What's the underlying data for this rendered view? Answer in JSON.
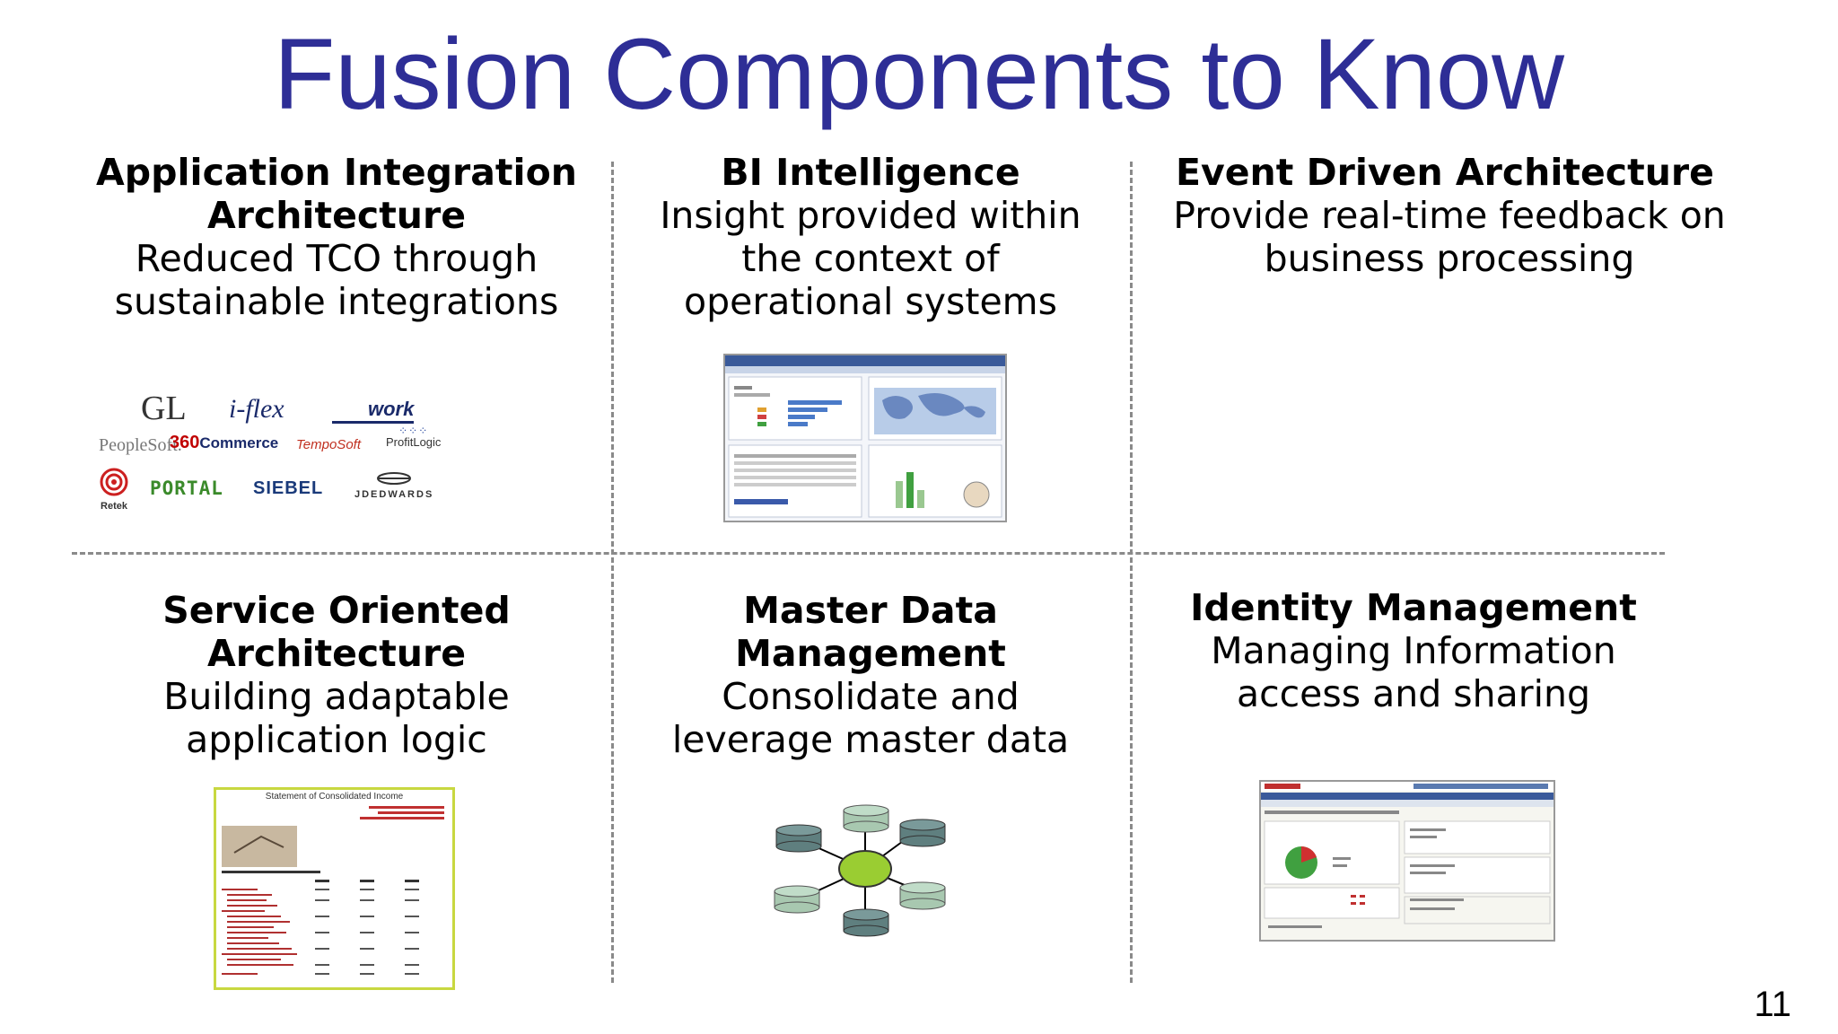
{
  "slide": {
    "title": "Fusion Components to Know",
    "page_number": "11"
  },
  "cells": [
    {
      "heading": "Application Integration Architecture",
      "desc_lines": [
        "Reduced TCO through",
        "sustainable integrations"
      ]
    },
    {
      "heading": "BI Intelligence",
      "desc_lines": [
        "Insight provided within",
        "the context of",
        "operational systems"
      ]
    },
    {
      "heading": "Event Driven Architecture",
      "desc_lines": [
        "Provide real-time feedback on",
        "business processing"
      ]
    },
    {
      "heading_lines": [
        "Service Oriented",
        "Architecture"
      ],
      "desc_lines": [
        "Building adaptable",
        "application logic"
      ]
    },
    {
      "heading_lines": [
        "Master Data",
        "Management"
      ],
      "desc_lines": [
        "Consolidate and",
        "leverage master data"
      ]
    },
    {
      "heading": "Identity Management",
      "desc_lines": [
        "Managing Information",
        "access and sharing"
      ]
    }
  ],
  "logos": {
    "gl": "GL",
    "iflex": "i-flex",
    "work": "work",
    "peoplesoft": "PeopleSoft.",
    "commerce_num": "360",
    "commerce": "Commerce",
    "temposoft": "TempoSoft",
    "profitlogic": "ProfitLogic",
    "retek": "Retek",
    "portal": "PORTAL",
    "siebel": "SIEBEL",
    "jdedwards": "JDEDWARDS"
  },
  "statement_title": "Statement of Consolidated Income",
  "colors": {
    "title": "#2e2e96",
    "divider": "#8a8a8a",
    "mdm_hub": "#9acd32",
    "mdm_db_dark": "#5f7f7f",
    "mdm_db_light": "#a8c8b0"
  }
}
